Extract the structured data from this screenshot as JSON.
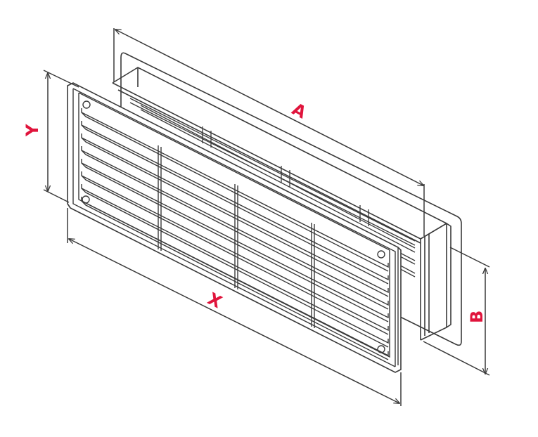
{
  "diagram": {
    "dimension_labels": {
      "a": "A",
      "b": "B",
      "x": "X",
      "y": "Y"
    }
  },
  "colors": {
    "line": "#3a3a3a",
    "label": "#e0143c"
  },
  "grille": {
    "slat_rows": 8,
    "column_sections": 4
  }
}
